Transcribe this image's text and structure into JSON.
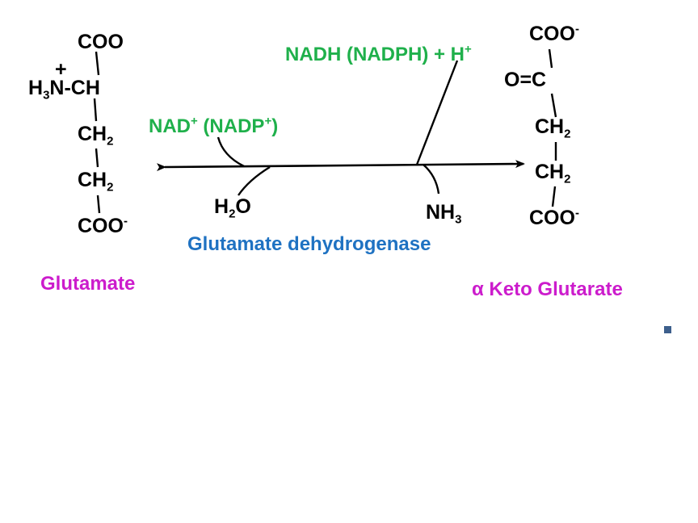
{
  "glutamate": {
    "coo_top": "COO",
    "charge": "+",
    "amine_h": "H",
    "amine_sub": "3",
    "amine_rest": "N-CH",
    "ch2_1": "CH",
    "ch2_1_sub": "2",
    "ch2_2": "CH",
    "ch2_2_sub": "2",
    "coo_bottom": "COO",
    "coo_bottom_sup": "-",
    "name": "Glutamate"
  },
  "keto": {
    "coo_top": "COO",
    "coo_top_sup": "-",
    "oxo": "O=C",
    "ch2_1": "CH",
    "ch2_1_sub": "2",
    "ch2_2": "CH",
    "ch2_2_sub": "2",
    "coo_bottom": "COO",
    "coo_bottom_sup": "-",
    "name": "α Keto Glutarate"
  },
  "cofactors": {
    "nadh_main": "NADH (NADPH) + H",
    "nadh_sup": "+",
    "nad_a": "NAD",
    "nad_sup1": "+",
    "nad_b": " (NADP",
    "nad_sup2": "+",
    "nad_c": ")",
    "water_h": "H",
    "water_sub": "2",
    "water_o": "O",
    "ammonia_main": "NH",
    "ammonia_sub": "3"
  },
  "enzyme": "Glutamate dehydrogenase",
  "colors": {
    "cofactor_green": "#1fb04b",
    "enzyme_blue": "#1f72c2",
    "name_magenta": "#cc1ccc",
    "bullet": "#3d5f8c"
  }
}
